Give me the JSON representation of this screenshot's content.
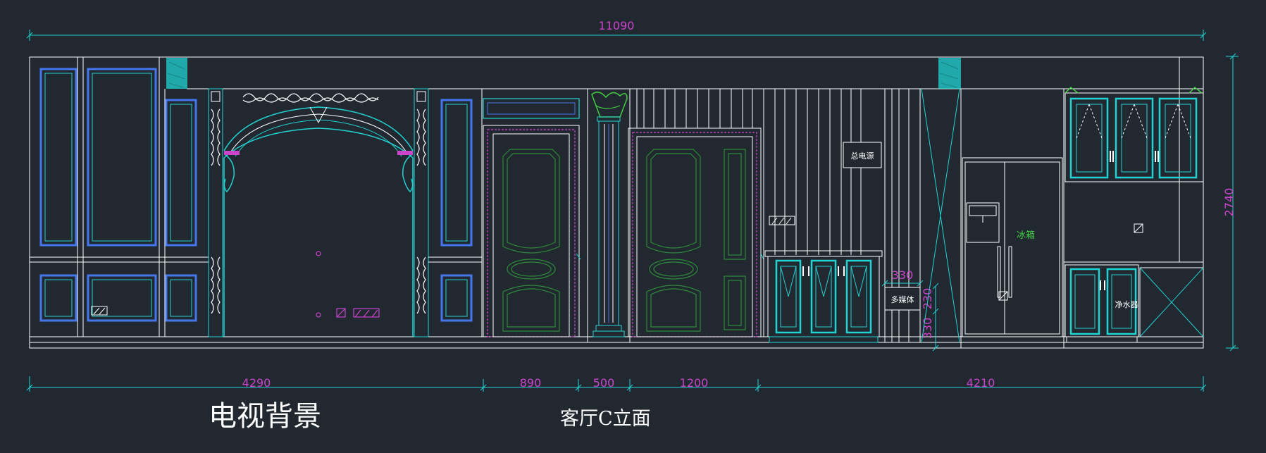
{
  "colors": {
    "background": "#212830",
    "outline": "#ffffff",
    "cyan": "#22d3d3",
    "magenta": "#cc44cc",
    "green": "#2e8b3a",
    "blue": "#4477ee"
  },
  "dimensions": {
    "overall_width": "11090",
    "overall_height": "2740",
    "segments": [
      "4290",
      "890",
      "500",
      "1200",
      "4210"
    ],
    "multimedia_width": "330",
    "multimedia_heights": [
      "230",
      "330"
    ]
  },
  "labels": {
    "main_power": "总电源",
    "multimedia": "多媒体",
    "fridge": "冰箱",
    "water_purifier": "净水器"
  },
  "titles": {
    "tv_background": "电视背景",
    "elevation": "客厅C立面"
  }
}
